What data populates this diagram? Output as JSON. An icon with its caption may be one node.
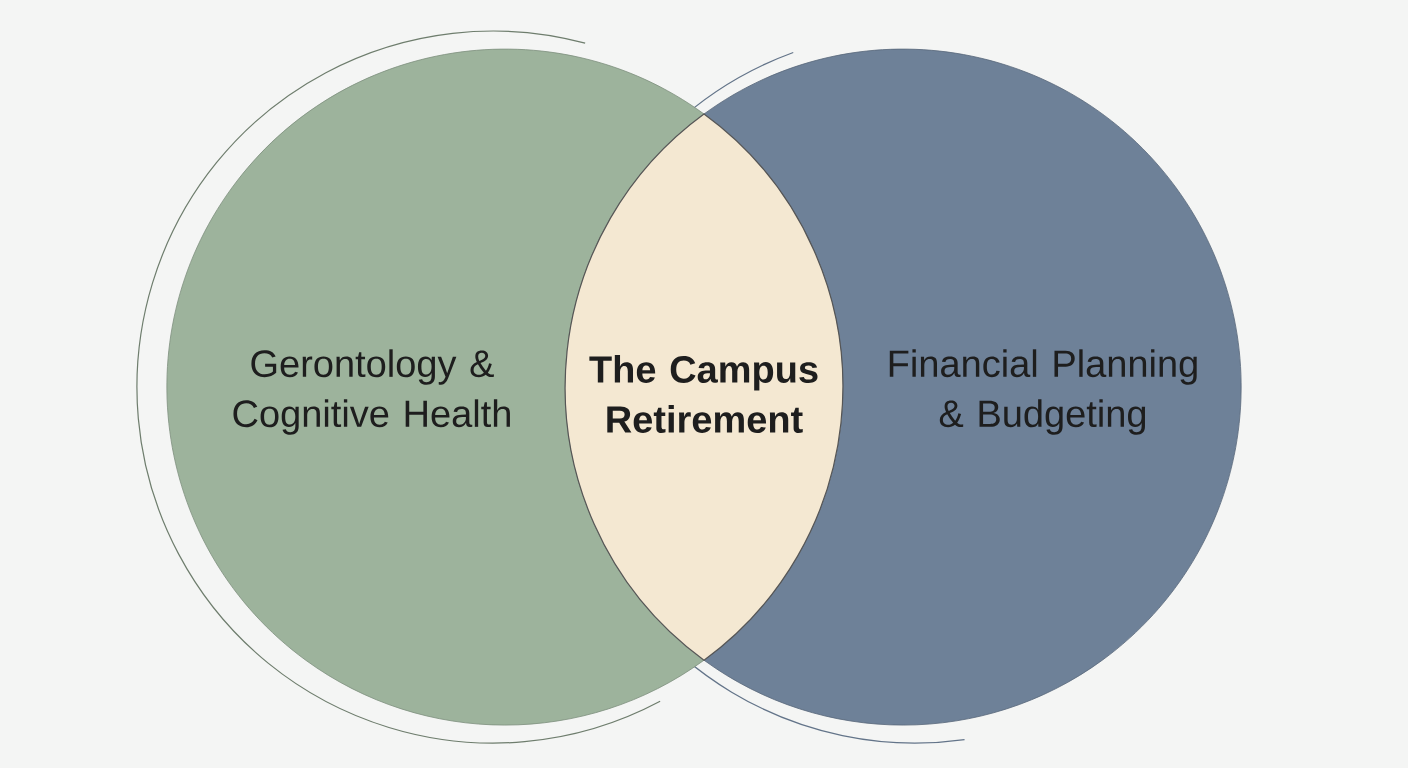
{
  "diagram": {
    "nodes": [
      {
        "text": [
          "Gerontology & Cognitive Health"
        ]
      },
      {
        "text": [
          "The Campus Retirement"
        ]
      },
      {
        "text": [
          "Financial Planning & Budgeting"
        ]
      }
    ]
  }
}
